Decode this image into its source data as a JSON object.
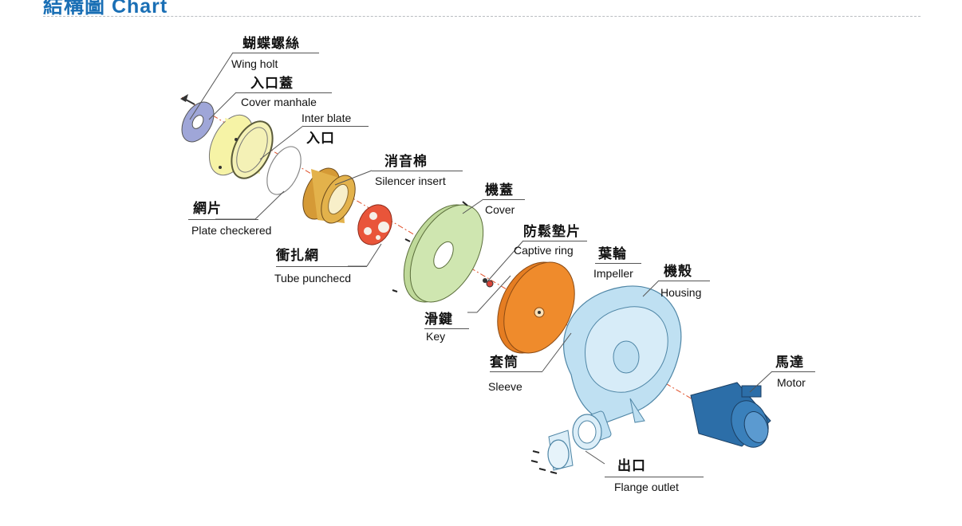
{
  "header": {
    "title": "結構圖 Chart"
  },
  "parts": {
    "wing_bolt": {
      "zh": "蝴蝶螺絲",
      "en": "Wing holt"
    },
    "cover_manhole": {
      "zh": "入口蓋",
      "en": "Cover manhale"
    },
    "inter_plate": {
      "zh": "入口",
      "en": "Inter blate"
    },
    "silencer_insert": {
      "zh": "消音棉",
      "en": "Silencer insert"
    },
    "cover": {
      "zh": "機蓋",
      "en": "Cover"
    },
    "plate_checkered": {
      "zh": "網片",
      "en": "Plate checkered"
    },
    "captive_ring": {
      "zh": "防鬆墊片",
      "en": "Captive ring"
    },
    "impeller": {
      "zh": "葉輪",
      "en": "Impeller"
    },
    "tube_punched": {
      "zh": "衝扎網",
      "en": "Tube punchecd"
    },
    "housing": {
      "zh": "機殼",
      "en": "Housing"
    },
    "key": {
      "zh": "滑鍵",
      "en": "Key"
    },
    "sleeve": {
      "zh": "套筒",
      "en": "Sleeve"
    },
    "motor": {
      "zh": "馬達",
      "en": "Motor"
    },
    "flange_outlet": {
      "zh": "出口",
      "en": "Flange outlet"
    }
  },
  "colors": {
    "title": "#1a6fb5",
    "wing_bolt_disc": "#9fa6d8",
    "cover_manhole": "#f6f3a6",
    "silencer_insert": "#e3b24b",
    "tube_punched": "#e9553a",
    "cover": "#cfe6b0",
    "impeller": "#ef8b2c",
    "housing": "#bfe0f2",
    "motor": "#2c6ea8",
    "flange": "#dceef8",
    "axis": "#e0502a"
  }
}
